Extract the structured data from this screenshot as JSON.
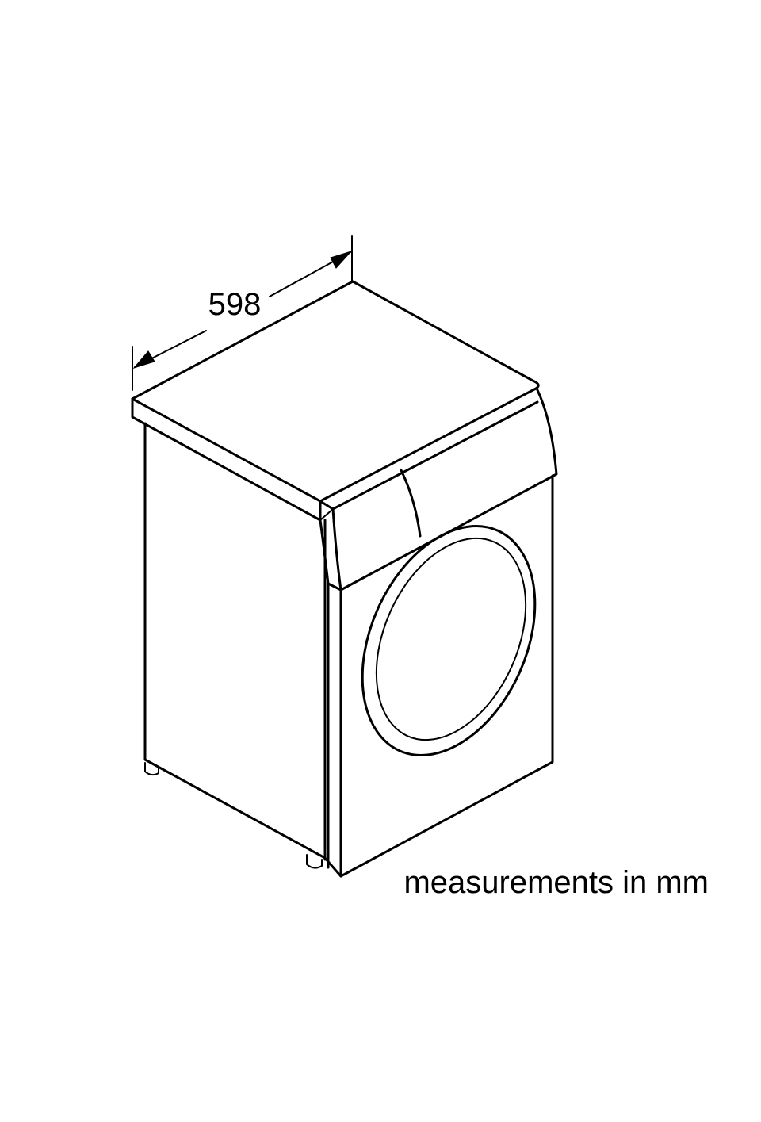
{
  "diagram": {
    "subject": "front-loading washing machine",
    "dimension_width": "598",
    "caption": "measurements in mm",
    "line_color": "#000000",
    "background_color": "#ffffff"
  }
}
